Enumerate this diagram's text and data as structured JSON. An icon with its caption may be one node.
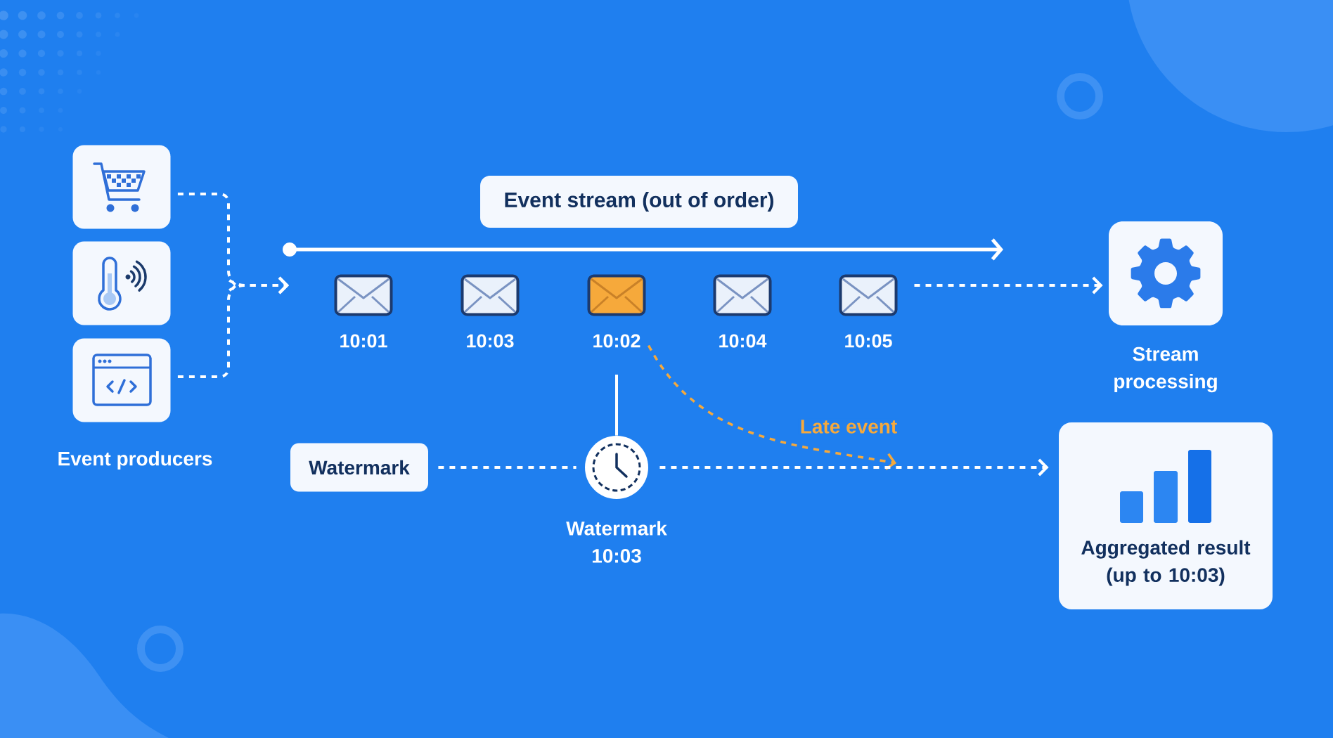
{
  "diagram": {
    "nodes": [
      {
        "text": [],
        "shape": "box"
      },
      {
        "text": [],
        "shape": "box"
      },
      {
        "text": [],
        "shape": "box"
      },
      {
        "text": [
          "Event stream (out of order)"
        ]
      },
      {
        "text": [
          "10:01"
        ]
      },
      {
        "text": [
          "10:03"
        ]
      },
      {
        "text": [
          "10:02"
        ]
      },
      {
        "text": [
          "10:04"
        ]
      },
      {
        "text": [
          "10:05"
        ]
      },
      {
        "text": [
          "Stream processing"
        ]
      },
      {
        "text": [
          "Watermark"
        ]
      },
      {
        "text": [
          "Watermark 10:03"
        ]
      },
      {
        "text": [
          "Aggregated result (up to 10:03)"
        ]
      }
    ],
    "edges": [
      {
        "from": 0,
        "to": null,
        "arrow": "to",
        "style": "dashed"
      },
      {
        "from": 2,
        "to": null,
        "arrow": "to",
        "style": "dashed"
      },
      {
        "from": 8,
        "to": 9,
        "arrow": "to",
        "style": "dashed"
      },
      {
        "from": 6,
        "to": null,
        "arrow": "to",
        "label": "Late event",
        "style": "dashed",
        "color": "#f5a93c"
      },
      {
        "from": null,
        "to": 11,
        "arrow": "none"
      },
      {
        "from": 10,
        "to": 11,
        "arrow": "none",
        "style": "dashed"
      },
      {
        "from": 11,
        "to": 12,
        "arrow": "to",
        "style": "dashed"
      }
    ],
    "labels": [
      "Event producers"
    ]
  }
}
